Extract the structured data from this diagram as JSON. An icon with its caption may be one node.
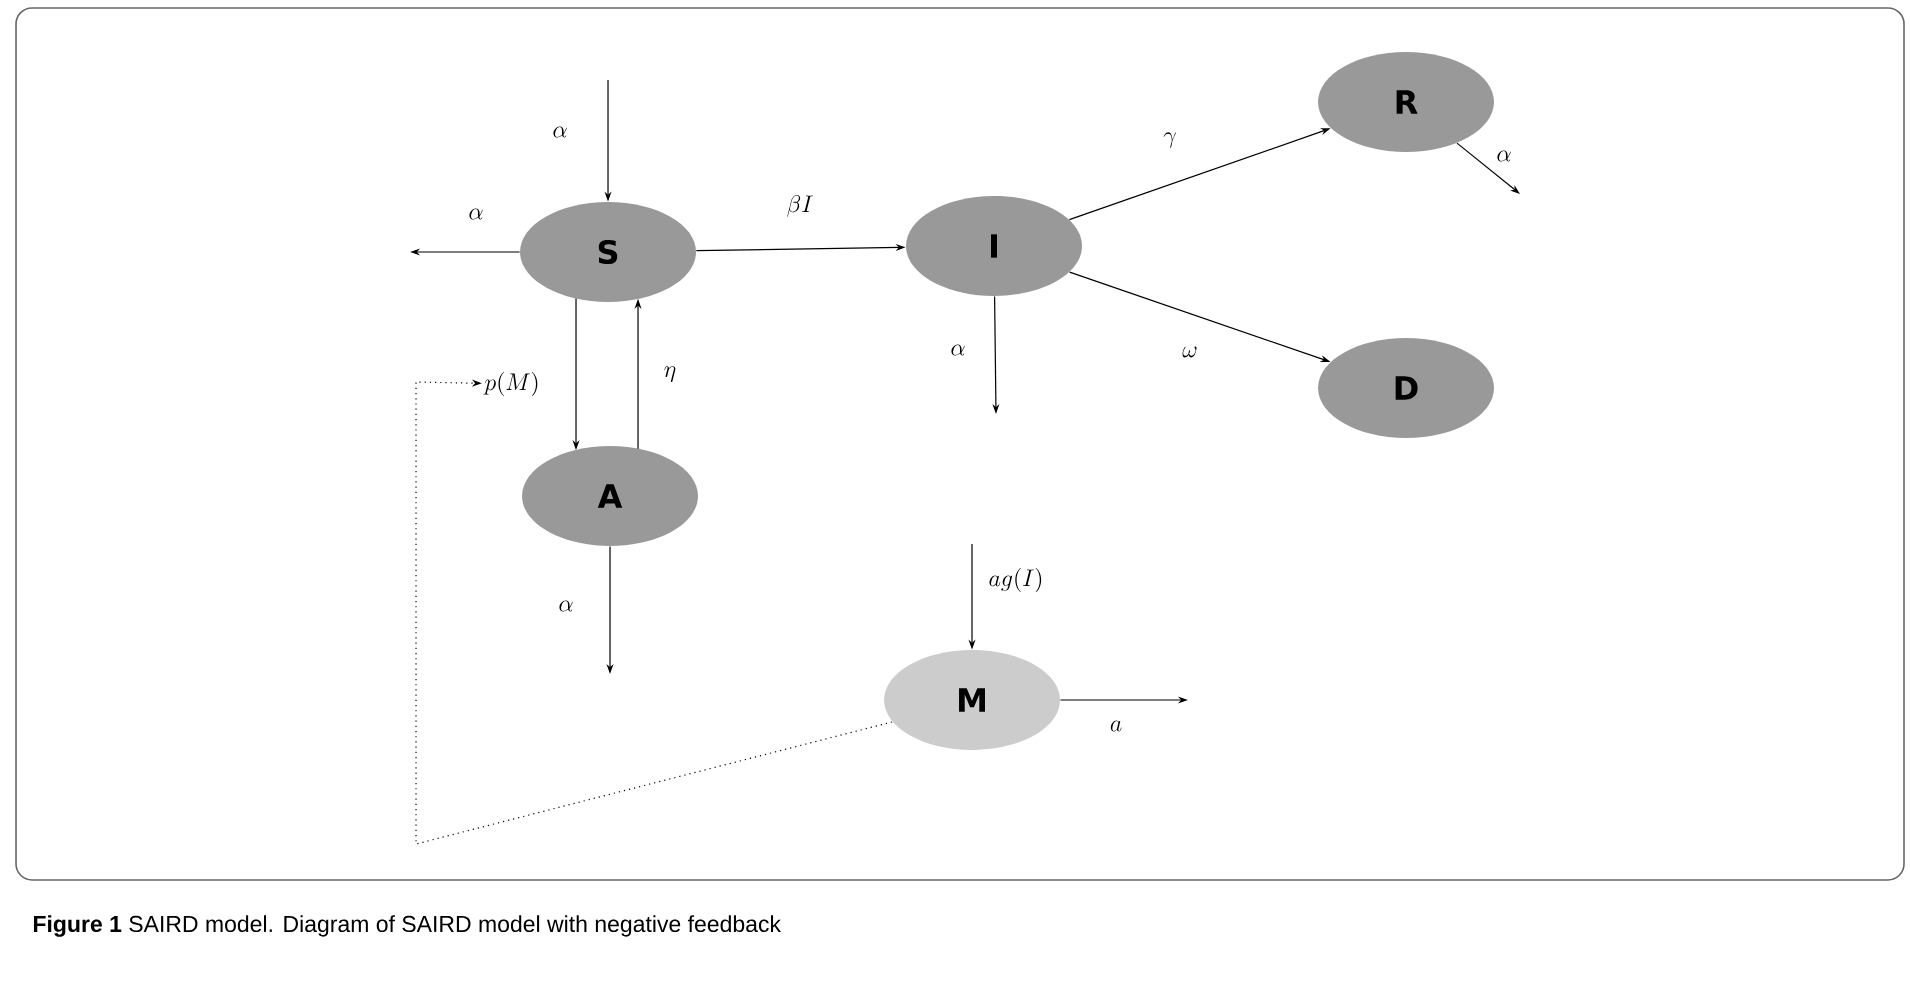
{
  "diagram": {
    "caption": "**Figure 1** SAIRD model. Diagram of SAIRD model with negative feedback",
    "nodes": [
      {
        "text": [
          "S"
        ]
      },
      {
        "text": [
          "I"
        ]
      },
      {
        "text": [
          "R"
        ]
      },
      {
        "text": [
          "D"
        ]
      },
      {
        "text": [
          "A"
        ]
      },
      {
        "text": [
          "M"
        ]
      },
      {
        "text": [
          "p(M)"
        ]
      }
    ],
    "edges": [
      {
        "from": null,
        "to": 0,
        "arrow": "to",
        "label": "\\alpha"
      },
      {
        "from": 0,
        "to": null,
        "arrow": "to",
        "label": "\\alpha"
      },
      {
        "from": 0,
        "to": 1,
        "arrow": "to",
        "label": "\\beta I"
      },
      {
        "from": 0,
        "to": 4,
        "arrow": "to"
      },
      {
        "from": 4,
        "to": 0,
        "arrow": "to",
        "label": "\\eta"
      },
      {
        "from": 1,
        "to": null,
        "arrow": "to",
        "label": "\\alpha"
      },
      {
        "from": 1,
        "to": 2,
        "arrow": "to",
        "label": "\\gamma"
      },
      {
        "from": 1,
        "to": 3,
        "arrow": "to",
        "label": "\\omega"
      },
      {
        "from": 2,
        "to": null,
        "arrow": "to",
        "label": "\\alpha"
      },
      {
        "from": 4,
        "to": null,
        "arrow": "to",
        "label": "\\alpha"
      },
      {
        "from": null,
        "to": 5,
        "arrow": "to",
        "label": "ag(I)"
      },
      {
        "from": 5,
        "to": null,
        "arrow": "to",
        "label": "a"
      },
      {
        "from": 5,
        "to": 6,
        "arrow": "to",
        "style": "dashed"
      }
    ]
  }
}
